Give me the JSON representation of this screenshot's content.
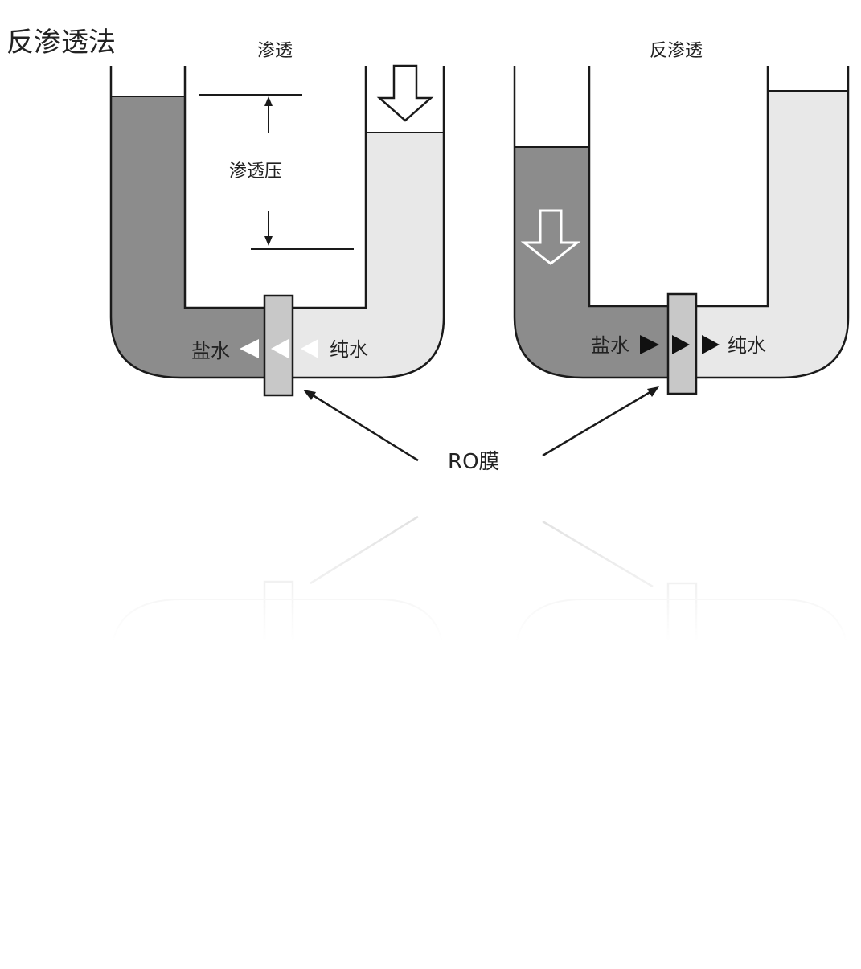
{
  "title": "反渗透法",
  "panels": {
    "left": {
      "heading": "渗透",
      "pressure_label": "渗透压",
      "salt_label": "盐水",
      "pure_label": "纯水"
    },
    "right": {
      "heading": "反渗透",
      "salt_label": "盐水",
      "pure_label": "纯水"
    }
  },
  "membrane_label": "RO膜",
  "colors": {
    "salt_water": "#8c8c8c",
    "pure_water": "#e8e8e8",
    "membrane": "#c8c8c8",
    "outline": "#1a1a1a",
    "background": "#ffffff"
  }
}
